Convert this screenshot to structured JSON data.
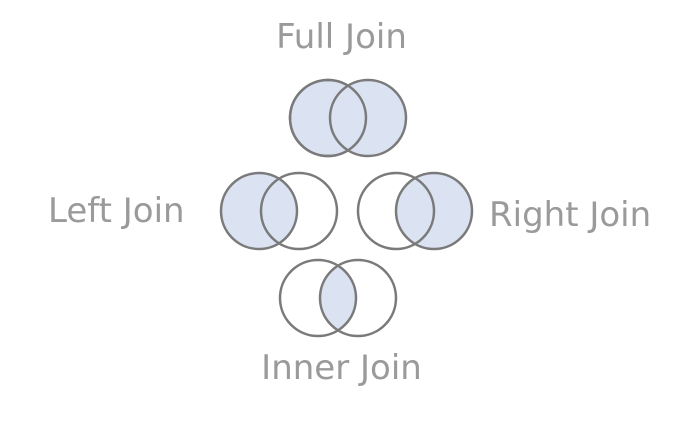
{
  "labels": {
    "full": "Full Join",
    "left": "Left Join",
    "right": "Right Join",
    "inner": "Inner Join"
  },
  "colors": {
    "label_text": "#9a9a9a",
    "circle_stroke": "#7a7a7a",
    "highlight_fill": "#dbe3f2",
    "background": "#ffffff"
  }
}
